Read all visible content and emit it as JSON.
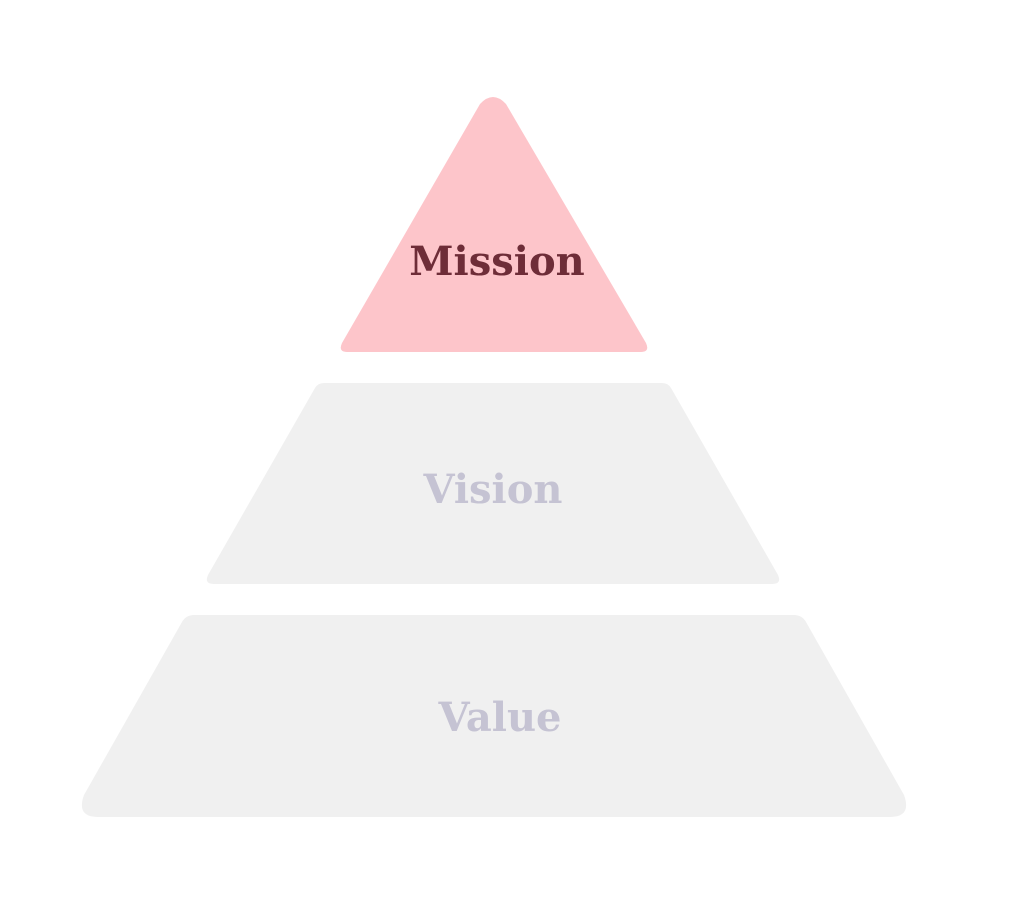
{
  "levels": [
    {
      "label": "Mission",
      "fill": "#fdc5ca",
      "text_color": "#6e2d38",
      "active": true
    },
    {
      "label": "Vision",
      "fill": "#f0f0f0",
      "text_color": "#c5c3d3",
      "active": false
    },
    {
      "label": "Value",
      "fill": "#f0f0f0",
      "text_color": "#c5c3d3",
      "active": false
    }
  ]
}
